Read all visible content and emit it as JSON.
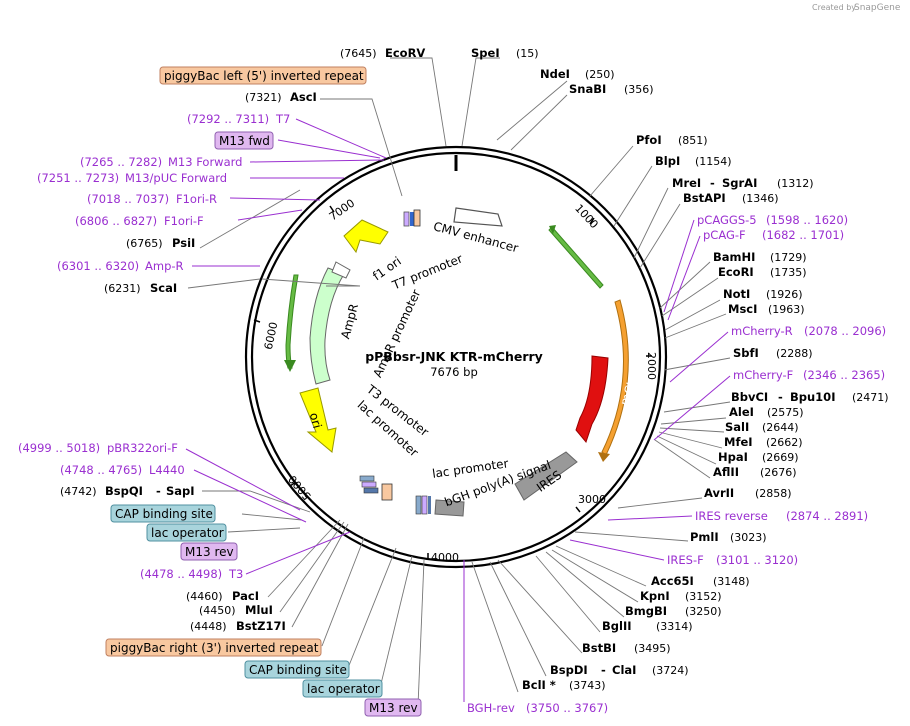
{
  "watermark": {
    "text": "Created by",
    "brand": "SnapGene"
  },
  "plasmid": {
    "name": "pPBbsr-JNK KTR-mCherry",
    "length": "7676 bp"
  },
  "ticks": [
    "1000",
    "2000",
    "3000",
    "4000",
    "5000",
    "6000",
    "7000"
  ],
  "features": {
    "cmv": "CMV enhancer",
    "f1ori": "f1 ori",
    "t7": "T7 promoter",
    "ampr": "AmpR",
    "ampr_promoter": "AmpR promoter",
    "ori": "ori",
    "t3": "T3 promoter",
    "lac1": "lac promoter",
    "lac2": "lac promoter",
    "bgh": "bGH poly(A) signal",
    "ires": "IRES",
    "mcherry": "mCherry"
  },
  "sites": {
    "ecorv": {
      "name": "EcoRV",
      "pos": "(7645)"
    },
    "spei": {
      "name": "SpeI",
      "pos": "(15)"
    },
    "ndei": {
      "name": "NdeI",
      "pos": "(250)"
    },
    "snabi": {
      "name": "SnaBI",
      "pos": "(356)"
    },
    "pfoi": {
      "name": "PfoI",
      "pos": "(851)"
    },
    "blpi": {
      "name": "BlpI",
      "pos": "(1154)"
    },
    "mrei": {
      "name": "MreI",
      "sep": "-",
      "name2": "SgrAI",
      "pos": "(1312)"
    },
    "bstapi": {
      "name": "BstAPI",
      "pos": "(1346)"
    },
    "bamhi": {
      "name": "BamHI",
      "pos": "(1729)"
    },
    "ecori": {
      "name": "EcoRI",
      "pos": "(1735)"
    },
    "noti": {
      "name": "NotI",
      "pos": "(1926)"
    },
    "msci": {
      "name": "MscI",
      "pos": "(1963)"
    },
    "sbfi": {
      "name": "SbfI",
      "pos": "(2288)"
    },
    "bbvci": {
      "name": "BbvCI",
      "sep": "-",
      "name2": "Bpu10I",
      "pos": "(2471)"
    },
    "alei": {
      "name": "AleI",
      "pos": "(2575)"
    },
    "sali": {
      "name": "SalI",
      "pos": "(2644)"
    },
    "mfei": {
      "name": "MfeI",
      "pos": "(2662)"
    },
    "hpai": {
      "name": "HpaI",
      "pos": "(2669)"
    },
    "aflii": {
      "name": "AflII",
      "pos": "(2676)"
    },
    "avrii": {
      "name": "AvrII",
      "pos": "(2858)"
    },
    "pmli": {
      "name": "PmlI",
      "pos": "(3023)"
    },
    "acc65i": {
      "name": "Acc65I",
      "pos": "(3148)"
    },
    "kpni": {
      "name": "KpnI",
      "pos": "(3152)"
    },
    "bmgbi": {
      "name": "BmgBI",
      "pos": "(3250)"
    },
    "bglii": {
      "name": "BglII",
      "pos": "(3314)"
    },
    "bstbi": {
      "name": "BstBI",
      "pos": "(3495)"
    },
    "bspdi": {
      "name": "BspDI",
      "sep": "-",
      "name2": "ClaI",
      "pos": "(3724)"
    },
    "bcli": {
      "name": "BclI *",
      "pos": "(3743)"
    },
    "asci": {
      "name": "AscI",
      "pos": "(7321)"
    },
    "psii": {
      "name": "PsiI",
      "pos": "(6765)"
    },
    "scai": {
      "name": "ScaI",
      "pos": "(6231)"
    },
    "bspqi": {
      "name": "BspQI",
      "sep": "-",
      "name2": "SapI",
      "pos": "(4742)"
    },
    "paci": {
      "name": "PacI",
      "pos": "(4460)"
    },
    "mlui": {
      "name": "MluI",
      "pos": "(4450)"
    },
    "bstz17i": {
      "name": "BstZ17I",
      "pos": "(4448)"
    }
  },
  "primers": {
    "t7": {
      "name": "T7",
      "range": "(7292 .. 7311)"
    },
    "m13fwd_range": {
      "name": "M13 Forward",
      "range": "(7265 .. 7282)"
    },
    "m13puc": {
      "name": "M13/pUC Forward",
      "range": "(7251 .. 7273)"
    },
    "f1orir": {
      "name": "F1ori-R",
      "range": "(7018 .. 7037)"
    },
    "f1orif": {
      "name": "F1ori-F",
      "range": "(6806 .. 6827)"
    },
    "ampr": {
      "name": "Amp-R",
      "range": "(6301 .. 6320)"
    },
    "pcaggs5": {
      "name": "pCAGGS-5",
      "range": "(1598 .. 1620)"
    },
    "pcagf": {
      "name": "pCAG-F",
      "range": "(1682 .. 1701)"
    },
    "mcherryr": {
      "name": "mCherry-R",
      "range": "(2078 .. 2096)"
    },
    "mcherryf": {
      "name": "mCherry-F",
      "range": "(2346 .. 2365)"
    },
    "iresrev": {
      "name": "IRES reverse",
      "range": "(2874 .. 2891)"
    },
    "iresf": {
      "name": "IRES-F",
      "range": "(3101 .. 3120)"
    },
    "bghrev": {
      "name": "BGH-rev",
      "range": "(3750 .. 3767)"
    },
    "pbr322": {
      "name": "pBR322ori-F",
      "range": "(4999 .. 5018)"
    },
    "l4440": {
      "name": "L4440",
      "range": "(4748 .. 4765)"
    },
    "t3": {
      "name": "T3",
      "range": "(4478 .. 4498)"
    }
  },
  "boxes": {
    "piggybac_left": "piggyBac left (5') inverted repeat",
    "m13fwd": "M13 fwd",
    "cap1": "CAP binding site",
    "lacop1": "lac operator",
    "m13rev1": "M13 rev",
    "piggybac_right": "piggyBac right (3') inverted repeat",
    "cap2": "CAP binding site",
    "lacop2": "lac operator",
    "m13rev2": "M13 rev"
  },
  "colors": {
    "purple": "#9a2fd0",
    "orange_box": "#f8c8a0",
    "purple_box": "#e0b8f0",
    "blue_box": "#a8d4dc",
    "yellow": "#ffff00",
    "red": "#e01010",
    "green_light": "#ccffcc",
    "gray": "#999999"
  }
}
